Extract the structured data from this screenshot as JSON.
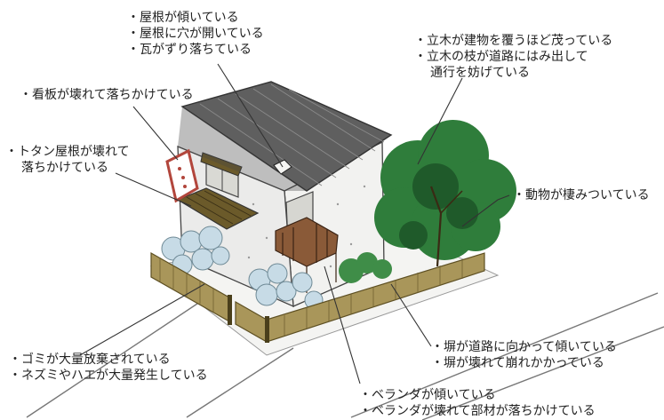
{
  "callouts": {
    "roof": [
      "・屋根が傾いている",
      "・屋根に穴が開いている",
      "・瓦がずり落ちている"
    ],
    "signboard": [
      "・看板が壊れて落ちかけている"
    ],
    "tin_roof": [
      "・トタン屋根が壊れて",
      "落ちかけている"
    ],
    "trees": [
      "・立木が建物を覆うほど茂っている",
      "・立木の枝が道路にはみ出して",
      "通行を妨げている"
    ],
    "animals": [
      "・動物が棲みついている"
    ],
    "garbage": [
      "・ゴミが大量放棄されている",
      "・ネズミやハエが大量発生している"
    ],
    "fence": [
      "・塀が道路に向かって傾いている",
      "・塀が壊れて崩れかかっている"
    ],
    "veranda": [
      "・ベランダが傾いている",
      "・ベランダが壊れて部材が落ちかけている"
    ]
  },
  "colors": {
    "roof": "#5f5f5f",
    "wall": "#f2f2f0",
    "tree": "#2f7d3b",
    "tree_dark": "#1f5a2a",
    "fence": "#9c8a4e",
    "awning": "#6b5a2a",
    "sign": "#b2463c",
    "veranda": "#7a4a2c",
    "garbage": "#c7dbe6",
    "road": "#7a7a7a"
  }
}
